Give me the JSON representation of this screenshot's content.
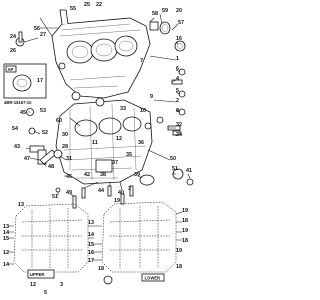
{
  "callouts": {
    "c1": "1",
    "c2": "2",
    "c3": "3",
    "c4": "4",
    "c5": "5",
    "c6": "6",
    "c7": "7",
    "c8": "8",
    "c9": "9",
    "c10": "10",
    "c11": "11",
    "c12": "12",
    "c13": "13",
    "c14": "14",
    "c15": "15",
    "c16": "16",
    "c17": "17",
    "c18": "18",
    "c19": "19",
    "c20": "20",
    "c22": "22",
    "c24": "24",
    "c25": "25",
    "c26": "26",
    "c27": "27",
    "c28": "28",
    "c30": "30",
    "c31": "31",
    "c32": "32",
    "c33": "33",
    "c34": "34",
    "c35": "35",
    "c36": "36",
    "c37": "37",
    "c38": "38",
    "c39": "39",
    "c40": "40",
    "c41": "41",
    "c42": "42",
    "c43": "43",
    "c44": "44",
    "c45": "45",
    "c46": "46",
    "c47": "47",
    "c48": "48",
    "c49": "49",
    "c50": "50",
    "c51": "51",
    "c52": "52",
    "c53": "53",
    "c54": "54",
    "c55": "55",
    "c56": "56",
    "c57": "57",
    "c58": "58",
    "c59": "59",
    "c60": "60"
  },
  "inset": {
    "tag": "AP",
    "part_no": "4BR-15167-10",
    "callout": "17"
  },
  "lower_views": {
    "upper_label": "UPPER",
    "lower_label": "LOWER"
  }
}
